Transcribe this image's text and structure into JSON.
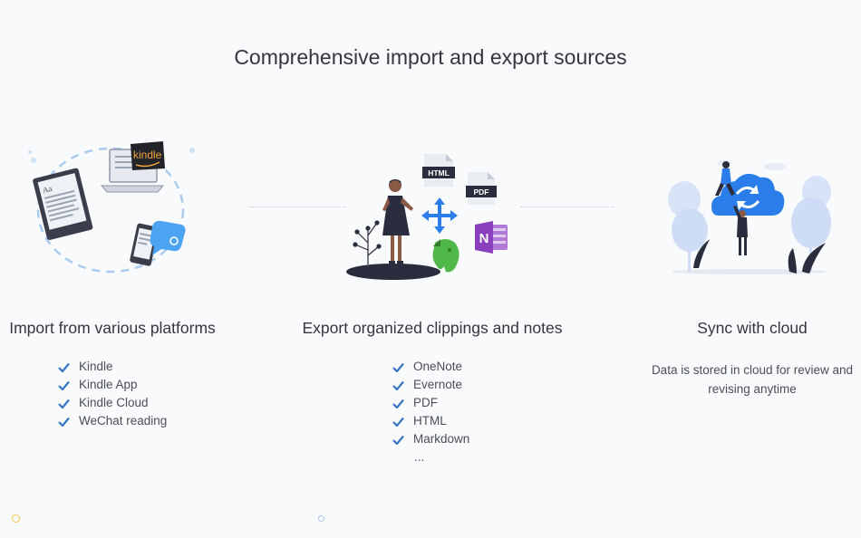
{
  "page": {
    "title": "Comprehensive import and export sources"
  },
  "import": {
    "title": "Import from various platforms",
    "items": [
      "Kindle",
      "Kindle App",
      "Kindle Cloud",
      "WeChat reading"
    ],
    "kindle_logo_text": "kindle",
    "ereader_text": "Aa"
  },
  "export": {
    "title": "Export organized clippings and notes",
    "items": [
      "OneNote",
      "Evernote",
      "PDF",
      "HTML",
      "Markdown"
    ],
    "more": "...",
    "html_badge": "HTML",
    "pdf_badge": "PDF",
    "onenote_letter": "N"
  },
  "sync": {
    "title": "Sync with cloud",
    "description_line1": "Data is stored in cloud for review and",
    "description_line2": "revising anytime"
  },
  "colors": {
    "accent_blue": "#2b7de9",
    "check_blue": "#3575c4",
    "onenote_purple": "#8a3fbf",
    "evernote_green": "#4fb848",
    "dark_navy": "#2a2d3d",
    "light_blue": "#cfdcf6"
  }
}
